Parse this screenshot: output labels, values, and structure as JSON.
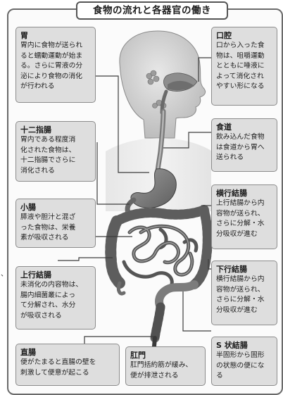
{
  "title": "食物の流れと各器官の働き",
  "side_mark": "、",
  "organs": {
    "stomach": {
      "name": "胃",
      "desc": "胃内に食物が送られ\nると蠕動運動が始ま\nる。さらに胃液の分\n泌により食物の消化\nが行われる"
    },
    "duodenum": {
      "name": "十二指腸",
      "desc": "胃内である程度消\n化された食物は、\n十二指腸でさらに\n消化される"
    },
    "small_intestine": {
      "name": "小腸",
      "desc": "膵液や胆汁と混ざ\nった食物は、栄養\n素が吸収される"
    },
    "ascending_colon": {
      "name": "上行結腸",
      "desc": "未消化の内容物は、\n腸内細菌叢によっ\nて分解され、水分\nが吸収される"
    },
    "rectum": {
      "name": "直腸",
      "desc": "便がたまると直腸の壁を\n刺激して便意が起こる"
    },
    "anus": {
      "name": "肛門",
      "desc": "肛門括約筋が緩み、\n便が排泄される"
    },
    "mouth": {
      "name": "口腔",
      "desc": "口から入った食\n物は、咀嚼運動\nとともに唾液に\nよって消化され\nやすい形になる"
    },
    "esophagus": {
      "name": "食道",
      "desc": "飲み込んだ食物\nは食道から胃へ\n送られる"
    },
    "transverse_colon": {
      "name": "横行結腸",
      "desc": "上行結腸から内\n容物が送られ、\nさらに分解・水\n分吸収が進む"
    },
    "descending_colon": {
      "name": "下行結腸",
      "desc": "横行結腸から内\n容物が送られ、\nさらに分解・水\n分吸収が進む"
    },
    "sigmoid_colon": {
      "name": "S 状結腸",
      "desc": "半固形から固形\nの状態の便にな\nる"
    }
  }
}
